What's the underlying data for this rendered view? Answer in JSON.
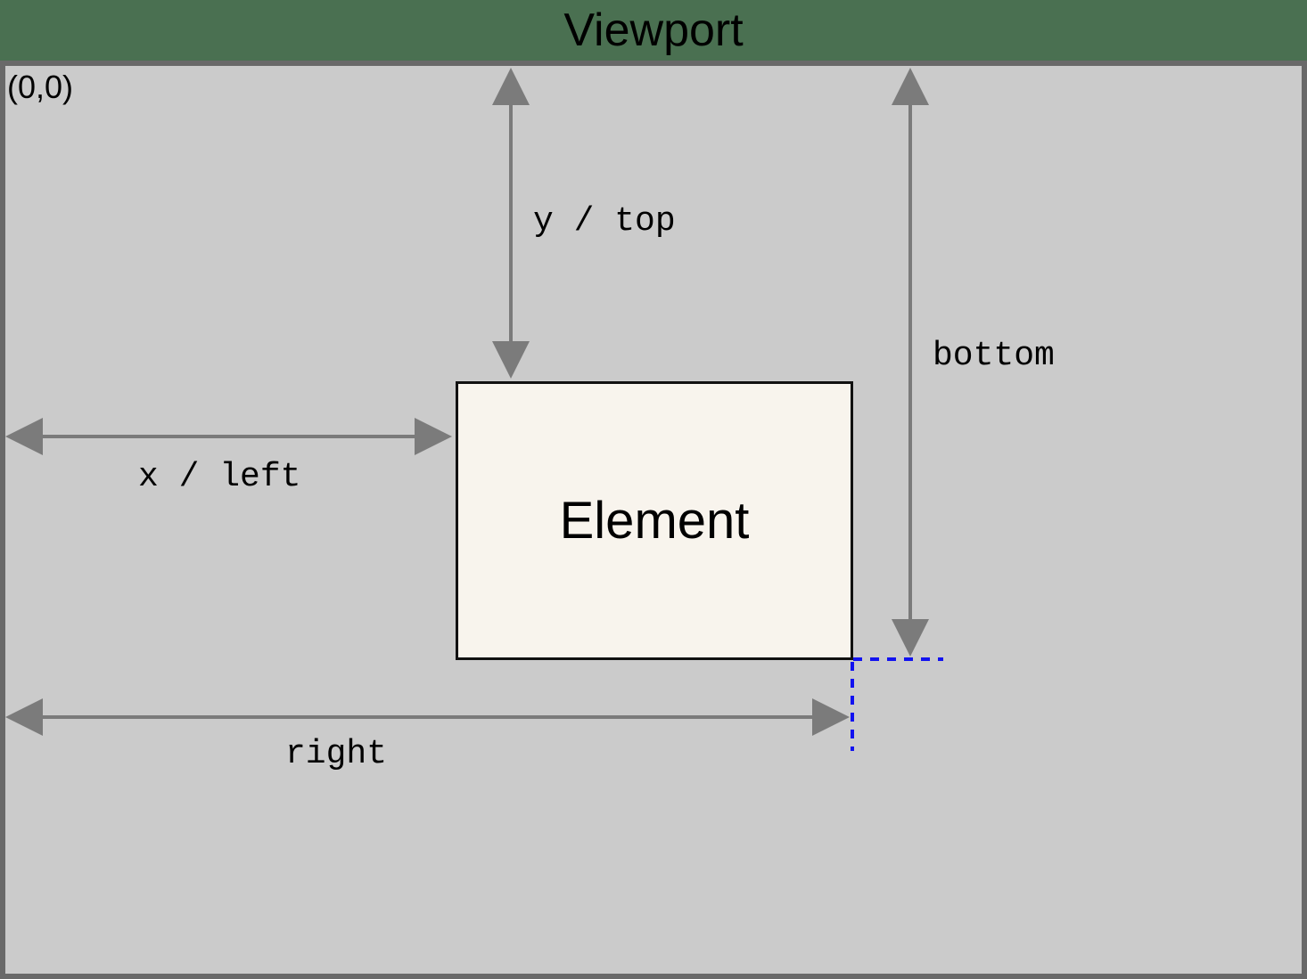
{
  "title": "Viewport",
  "viewport": {
    "origin_label": "(0,0)"
  },
  "element": {
    "label": "Element"
  },
  "measurements": [
    {
      "id": "y-top",
      "label": "y / top",
      "orientation": "vertical",
      "from": "viewport top edge",
      "to": "element top edge"
    },
    {
      "id": "bottom",
      "label": "bottom",
      "orientation": "vertical",
      "from": "viewport top edge",
      "to": "element bottom edge"
    },
    {
      "id": "x-left",
      "label": "x / left",
      "orientation": "horizontal",
      "from": "viewport left edge",
      "to": "element left edge"
    },
    {
      "id": "right",
      "label": "right",
      "orientation": "horizontal",
      "from": "viewport left edge",
      "to": "element right edge"
    }
  ],
  "colors": {
    "background_green": "#4a7051",
    "viewport_fill": "#cbcbcb",
    "viewport_border": "#696969",
    "arrow_color": "#7b7b7b",
    "element_fill": "#f8f4ed",
    "element_border": "#111111",
    "guide_blue": "#1212f0",
    "text_color": "#000000"
  }
}
